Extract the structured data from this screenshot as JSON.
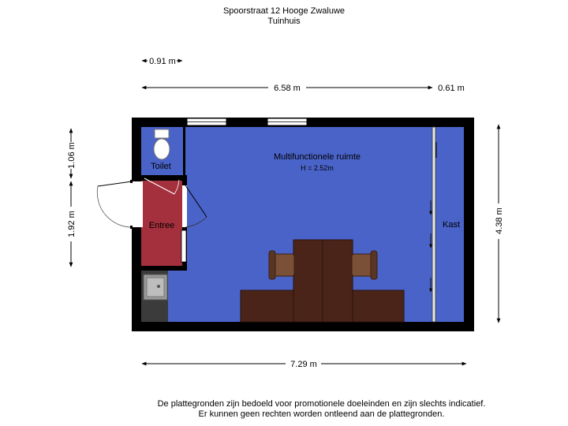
{
  "header": {
    "address": "Spoorstraat 12 Hooge Zwaluwe",
    "building": "Tuinhuis"
  },
  "dimensions": {
    "top_small": "0.91 m",
    "top_width": "6.58 m",
    "top_right": "0.61 m",
    "left_upper": "1.06 m",
    "left_lower": "1.92 m",
    "right_height": "4.38 m",
    "bottom_width": "7.29 m"
  },
  "rooms": {
    "main_name": "Multifunctionele ruimte",
    "main_height": "H = 2.52m",
    "toilet": "Toilet",
    "entree": "Entree",
    "kast": "Kast"
  },
  "colors": {
    "main_room": "#4a63c8",
    "entree": "#a3303c",
    "wall": "#000000",
    "furniture": "#4a2418",
    "chair": "#7a5037"
  },
  "footer": {
    "line1": "De plattegronden zijn bedoeld voor promotionele doeleinden en zijn slechts indicatief.",
    "line2": "Er kunnen geen rechten worden ontleend aan de plattegronden."
  }
}
